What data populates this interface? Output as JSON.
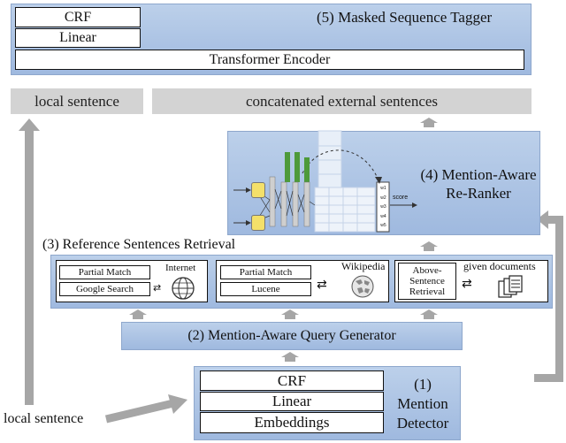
{
  "tagger": {
    "title": "(5) Masked Sequence Tagger",
    "crf": "CRF",
    "linear": "Linear",
    "encoder": "Transformer Encoder"
  },
  "inputs": {
    "local_sentence": "local sentence",
    "external": "concatenated external sentences",
    "bottom_local_sentence": "local sentence"
  },
  "reranker": {
    "title_line1": "(4) Mention-Aware",
    "title_line2": "Re-Ranker",
    "score": "score",
    "tokens": [
      "w1",
      "w2",
      "w3",
      "w4",
      "w5"
    ]
  },
  "retrieval": {
    "title": "(3) Reference Sentences Retrieval",
    "internet": {
      "label": "Internet",
      "partial_match": "Partial Match",
      "google_search": "Google Search"
    },
    "wikipedia": {
      "label": "Wikipedia",
      "partial_match": "Partial Match",
      "lucene": "Lucene"
    },
    "documents": {
      "label": "given documents",
      "above_line1": "Above-",
      "above_line2": "Sentence",
      "above_line3": "Retrieval"
    }
  },
  "query_generator": {
    "title": "(2) Mention-Aware Query Generator"
  },
  "detector": {
    "crf": "CRF",
    "linear": "Linear",
    "embeddings": "Embeddings",
    "title_line1": "(1)",
    "title_line2": "Mention",
    "title_line3": "Detector"
  },
  "colors": {
    "panel_blue": "#a9c1e3",
    "arrow_gray": "#a6a6a6",
    "input_gray": "#d3d3d3"
  }
}
